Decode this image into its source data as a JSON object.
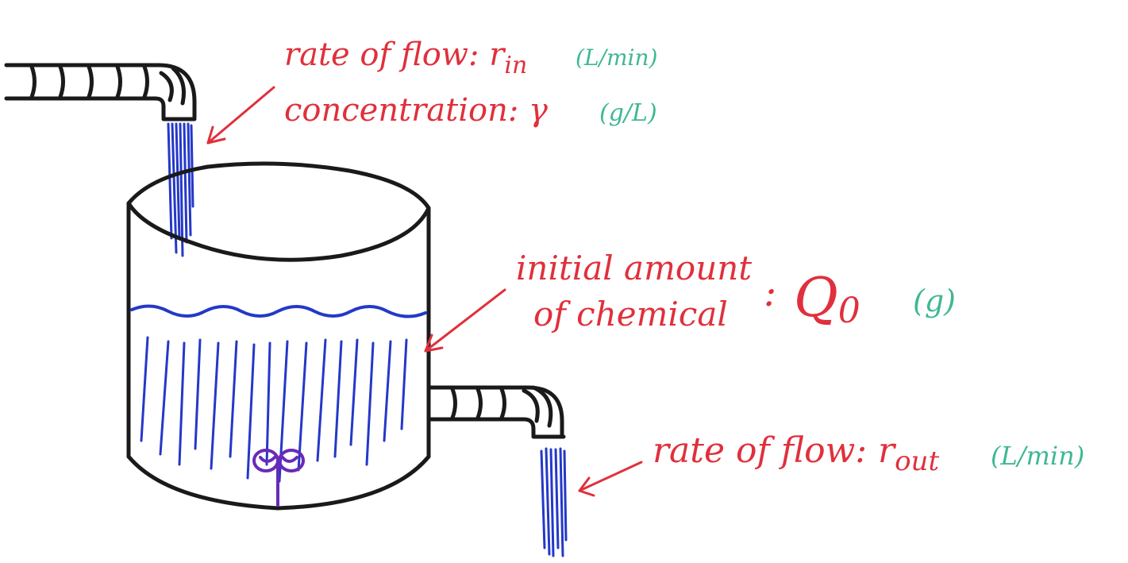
{
  "inflow_label": {
    "rate_text": "rate of flow: r",
    "rate_sub": "in",
    "rate_unit": "L/min",
    "concentration_text": "concentration: γ",
    "concentration_unit": "g/L"
  },
  "tank_label": {
    "line1": "initial amount",
    "line2": "of chemical",
    "symbol": "Q",
    "symbol_sub": "0",
    "unit": "g"
  },
  "outflow_label": {
    "rate_text": "rate of flow: r",
    "rate_sub": "out",
    "unit": "L/min"
  },
  "colors": {
    "ink": "#1a1a1a",
    "label": "#e0303c",
    "unit": "#3fb893",
    "water": "#2438c8",
    "mixer": "#6a2ab8"
  },
  "icons": {
    "inlet": "pipe-icon",
    "outlet": "pipe-icon",
    "mixer": "propeller-icon"
  }
}
